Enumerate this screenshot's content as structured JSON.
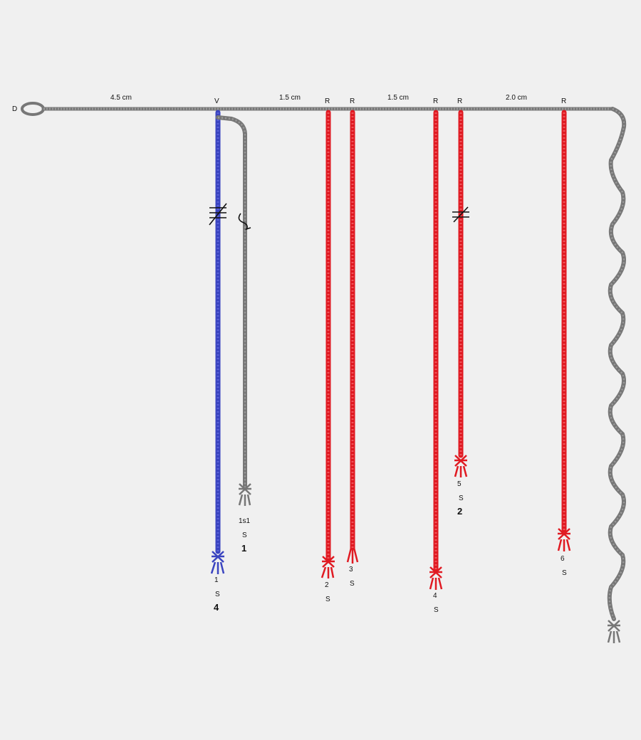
{
  "colors": {
    "background": "#f0f0f0",
    "gray": "#777777",
    "red": "#e01a22",
    "blue": "#3a44c0",
    "ink": "#111111"
  },
  "primary": {
    "label": "D",
    "spacings": [
      "4.5 cm",
      "1.5 cm",
      "1.5 cm",
      "2.0 cm"
    ]
  },
  "pendants": [
    {
      "id": "p1",
      "attach": "V",
      "color": "blue",
      "label": "1",
      "ply": "S",
      "sum": "4",
      "marker": "triple-slash-icon"
    },
    {
      "id": "s1",
      "attach": "",
      "color": "gray",
      "label": "1s1",
      "ply": "S",
      "sum": "1",
      "marker": "squiggle-icon"
    },
    {
      "id": "p2",
      "attach": "R",
      "color": "red",
      "label": "2",
      "ply": "S",
      "sum": "",
      "marker": ""
    },
    {
      "id": "p3",
      "attach": "R",
      "color": "red",
      "label": "3",
      "ply": "S",
      "sum": "",
      "marker": ""
    },
    {
      "id": "p4",
      "attach": "R",
      "color": "red",
      "label": "4",
      "ply": "S",
      "sum": "",
      "marker": ""
    },
    {
      "id": "p5",
      "attach": "R",
      "color": "red",
      "label": "5",
      "ply": "S",
      "sum": "2",
      "marker": "double-slash-icon"
    },
    {
      "id": "p6",
      "attach": "R",
      "color": "red",
      "label": "6",
      "ply": "S",
      "sum": "",
      "marker": ""
    }
  ]
}
